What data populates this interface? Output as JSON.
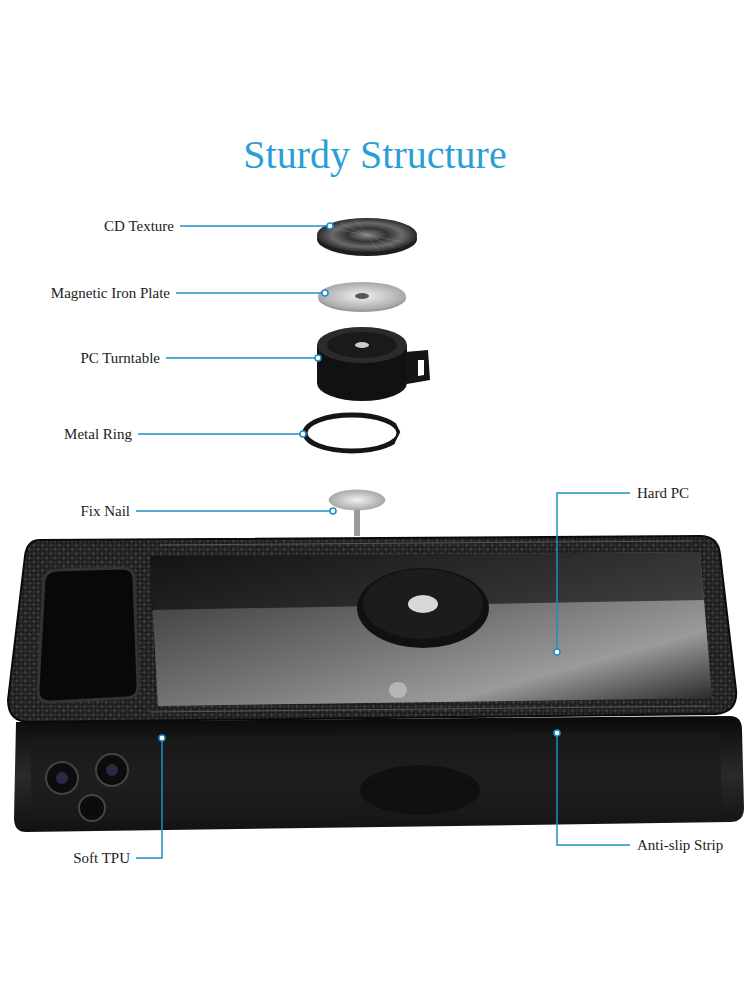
{
  "diagram": {
    "title": "Sturdy Structure",
    "labels": [
      "CD Texture",
      "Magnetic Iron Plate",
      "PC Turntable",
      "Metal Ring",
      "Fix Nail",
      "Hard PC",
      "Soft TPU",
      "Anti-slip Strip"
    ]
  }
}
